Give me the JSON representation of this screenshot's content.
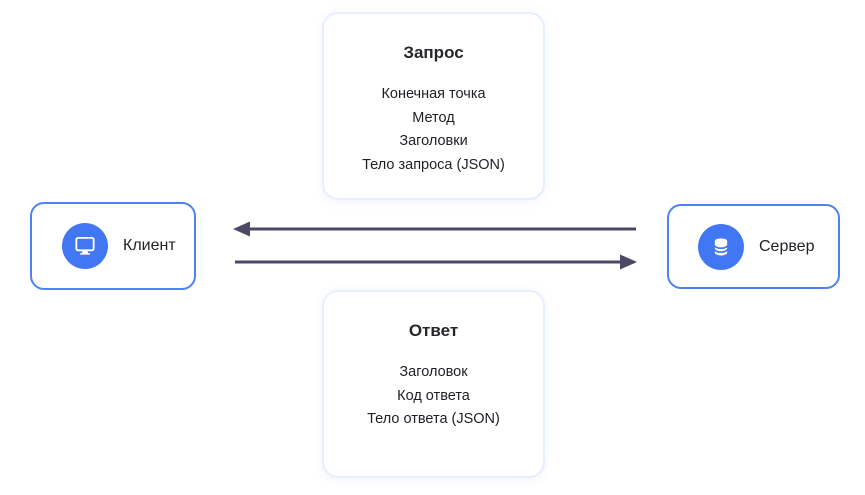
{
  "request_card": {
    "title": "Запрос",
    "items": [
      "Конечная точка",
      "Метод",
      "Заголовки",
      "Тело запроса (JSON)"
    ]
  },
  "response_card": {
    "title": "Ответ",
    "items": [
      "Заголовок",
      "Код ответа",
      "Тело ответа (JSON)"
    ]
  },
  "client_node": {
    "label": "Клиент",
    "icon": "monitor-icon"
  },
  "server_node": {
    "label": "Сервер",
    "icon": "database-icon"
  },
  "colors": {
    "node_border": "#4e82f5",
    "icon_circle": "#4177f2",
    "card_border": "#e7eefe",
    "arrow": "#4b4966",
    "title_text": "#26262b",
    "body_text": "#1f2026"
  }
}
